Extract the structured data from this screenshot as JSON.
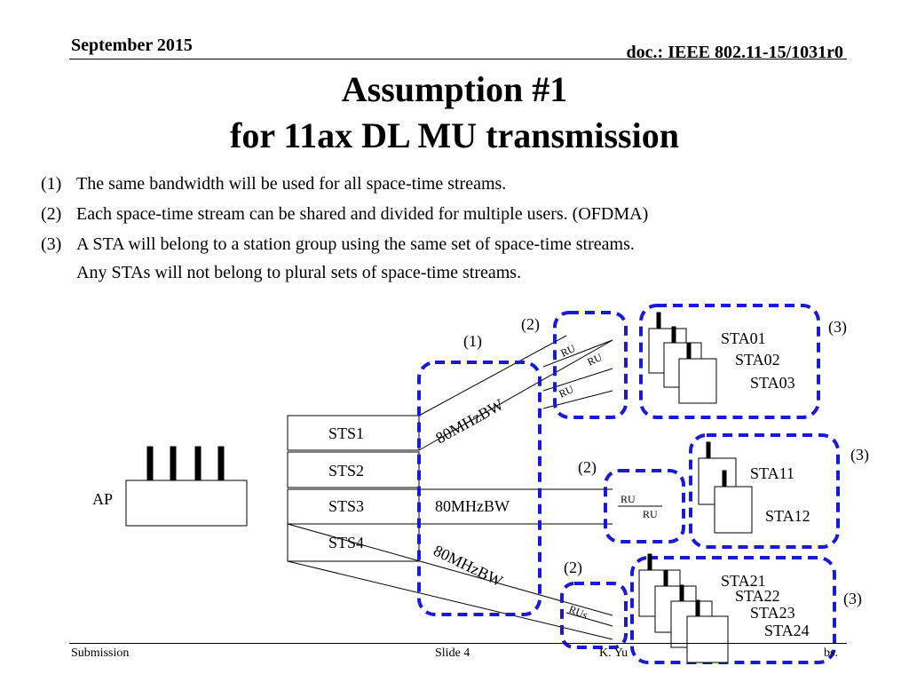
{
  "header": {
    "date": "September 2015",
    "doc_id": "doc.: IEEE 802.11-15/1031r0"
  },
  "title": {
    "line1": "Assumption #1",
    "line2": "for 11ax DL MU transmission"
  },
  "bullets": [
    {
      "num": "(1)",
      "text": "The same bandwidth will be used for all space-time streams."
    },
    {
      "num": "(2)",
      "text": "Each space-time stream can be shared and divided for multiple users. (OFDMA)"
    },
    {
      "num": "(3)",
      "text": "A STA will belong to a station group using the same set of space-time streams.",
      "text2": "Any STAs will not belong to plural sets of space-time streams."
    }
  ],
  "diagram": {
    "ap_label": "AP",
    "sts": [
      "STS1",
      "STS2",
      "STS3",
      "STS4"
    ],
    "bw_top": "80MHzBW",
    "bw_mid": "80MHzBW",
    "bw_bottom": "80MHzBW",
    "label_1": "(1)",
    "label_2": "(2)",
    "label_3": "(3)",
    "ru": "RU",
    "rus": "RUs",
    "group1": [
      "STA01",
      "STA02",
      "STA03"
    ],
    "group2": [
      "STA11",
      "STA12"
    ],
    "group3": [
      "STA21",
      "STA22",
      "STA23",
      "STA24"
    ],
    "colors": {
      "dashed_box": "#1a1ad4",
      "lines": "#000000"
    }
  },
  "footer": {
    "left": "Submission",
    "middle": "Slide 4",
    "right": "K. Yu",
    "right_tail": "bs."
  }
}
